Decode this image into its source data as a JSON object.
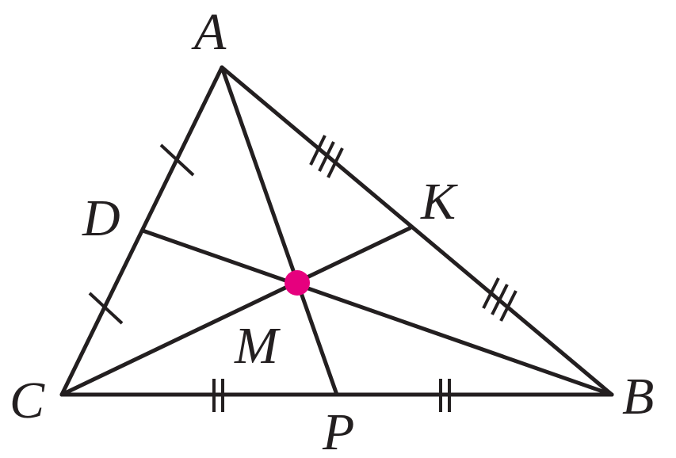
{
  "diagram": {
    "labels": {
      "A": "A",
      "B": "B",
      "C": "C",
      "D": "D",
      "K": "K",
      "M": "M",
      "P": "P"
    },
    "colors": {
      "line": "#231f20",
      "centroid": "#e6007e"
    }
  }
}
